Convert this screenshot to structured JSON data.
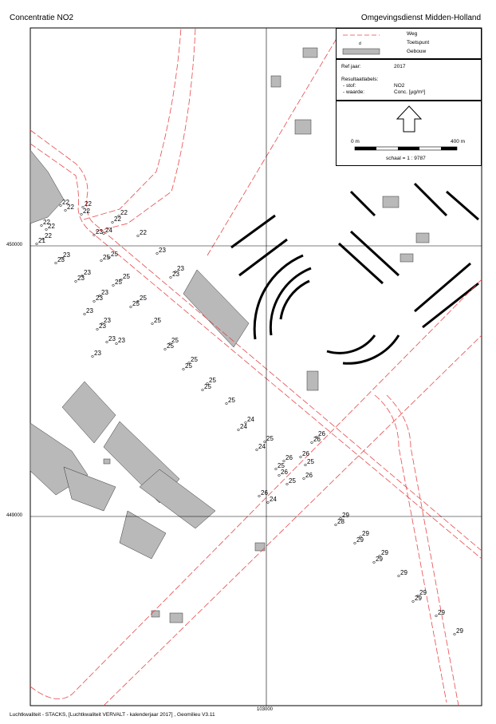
{
  "header": {
    "title_left": "Concentratie NO2",
    "title_right": "Omgevingsdienst Midden-Holland"
  },
  "legend": {
    "items": [
      {
        "label": "Weg",
        "symbol": "road-line",
        "color": "#e8484a"
      },
      {
        "label": "Toetspunt",
        "symbol": "point-marker"
      },
      {
        "label": "Gebouw",
        "symbol": "building-rect",
        "color": "#b9b9b9"
      }
    ],
    "ref_year_label": "Ref jaar:",
    "ref_year": "2017",
    "result_labels_title": "Resultaatlabels:",
    "stof_label": "- stof:",
    "stof_value": "NO2",
    "waarde_label": "- waarde:",
    "waarde_value": "Conc. [µg/m³]"
  },
  "scalebar": {
    "start": "0 m",
    "end": "400 m",
    "scale_text": "schaal = 1 : 9787"
  },
  "coordinates": {
    "y_upper": "450000",
    "y_lower": "449000",
    "x_label": "103000"
  },
  "footer": "Luchtkwaliteit - STACKS, [Luchtkwaliteit VERVALT - kalenderjaar 2017] , Geomilieu V3.11",
  "receptor_labels": [
    "22",
    "22",
    "22",
    "22",
    "22",
    "22",
    "21",
    "22",
    "22",
    "22",
    "22",
    "24",
    "23",
    "23",
    "23",
    "23",
    "23",
    "25",
    "25",
    "23",
    "25",
    "25",
    "23",
    "23",
    "25",
    "25",
    "23",
    "23",
    "25",
    "23",
    "23",
    "23",
    "23",
    "25",
    "25",
    "23",
    "23",
    "25",
    "25",
    "25",
    "25",
    "24",
    "25",
    "26",
    "26",
    "24",
    "25",
    "26",
    "26",
    "25",
    "25",
    "25",
    "26",
    "26",
    "24",
    "24",
    "26",
    "29",
    "28",
    "29",
    "29",
    "29",
    "29",
    "29",
    "29",
    "29",
    "29",
    "29"
  ],
  "colors": {
    "road": "#e8484a",
    "building": "#b9b9b9",
    "grid": "#000000"
  }
}
